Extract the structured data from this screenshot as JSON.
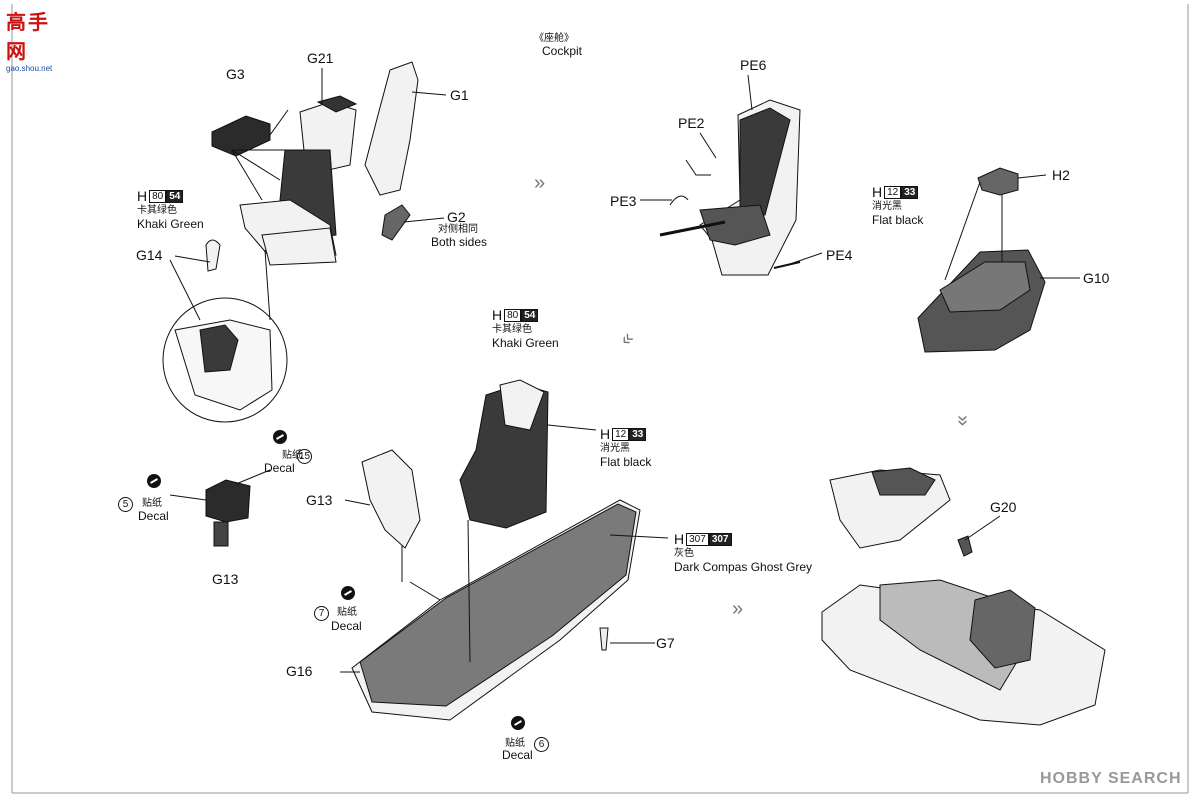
{
  "watermark_top_left": {
    "text": "高手网",
    "url_text": "gao.shou.net"
  },
  "section_title": {
    "cn": "《座舱》",
    "en": "Cockpit"
  },
  "parts": {
    "g3": "G3",
    "g21": "G21",
    "g1": "G1",
    "g2": "G2",
    "g14": "G14",
    "pe6": "PE6",
    "pe2": "PE2",
    "pe3": "PE3",
    "pe4": "PE4",
    "h2": "H2",
    "g10": "G10",
    "g13_top": "G13",
    "g13_bottom": "G13",
    "g16": "G16",
    "g7": "G7",
    "g20": "G20"
  },
  "note_both_sides": {
    "cn": "对侧相同",
    "en": "Both sides"
  },
  "paints": {
    "khaki_1": {
      "h": "H",
      "c1": "80",
      "c2": "54",
      "cn": "卡其绿色",
      "en": "Khaki Green"
    },
    "khaki_2": {
      "h": "H",
      "c1": "80",
      "c2": "54",
      "cn": "卡其绿色",
      "en": "Khaki Green"
    },
    "black_1": {
      "h": "H",
      "c1": "12",
      "c2": "33",
      "cn": "消光黑",
      "en": "Flat black"
    },
    "black_2": {
      "h": "H",
      "c1": "12",
      "c2": "33",
      "cn": "消光黑",
      "en": "Flat black"
    },
    "grey": {
      "h": "H",
      "c1": "307",
      "c2": "307",
      "cn": "灰色",
      "en": "Dark Compas Ghost Grey"
    }
  },
  "decals": {
    "d15": {
      "num": "15",
      "cn": "贴纸",
      "en": "Decal"
    },
    "d5": {
      "num": "5",
      "cn": "贴纸",
      "en": "Decal"
    },
    "d7": {
      "num": "7",
      "cn": "贴纸",
      "en": "Decal"
    },
    "d6": {
      "num": "6",
      "cn": "贴纸",
      "en": "Decal"
    }
  },
  "arrows": {
    "glyph": "»"
  },
  "watermark_bottom_right": "HOBBY SEARCH",
  "colors": {
    "ink": "#111111",
    "dark_fill": "#3a3a3a",
    "mid_fill": "#6a6a6a",
    "light_fill": "#e9e9e9",
    "arrow": "#777777"
  }
}
